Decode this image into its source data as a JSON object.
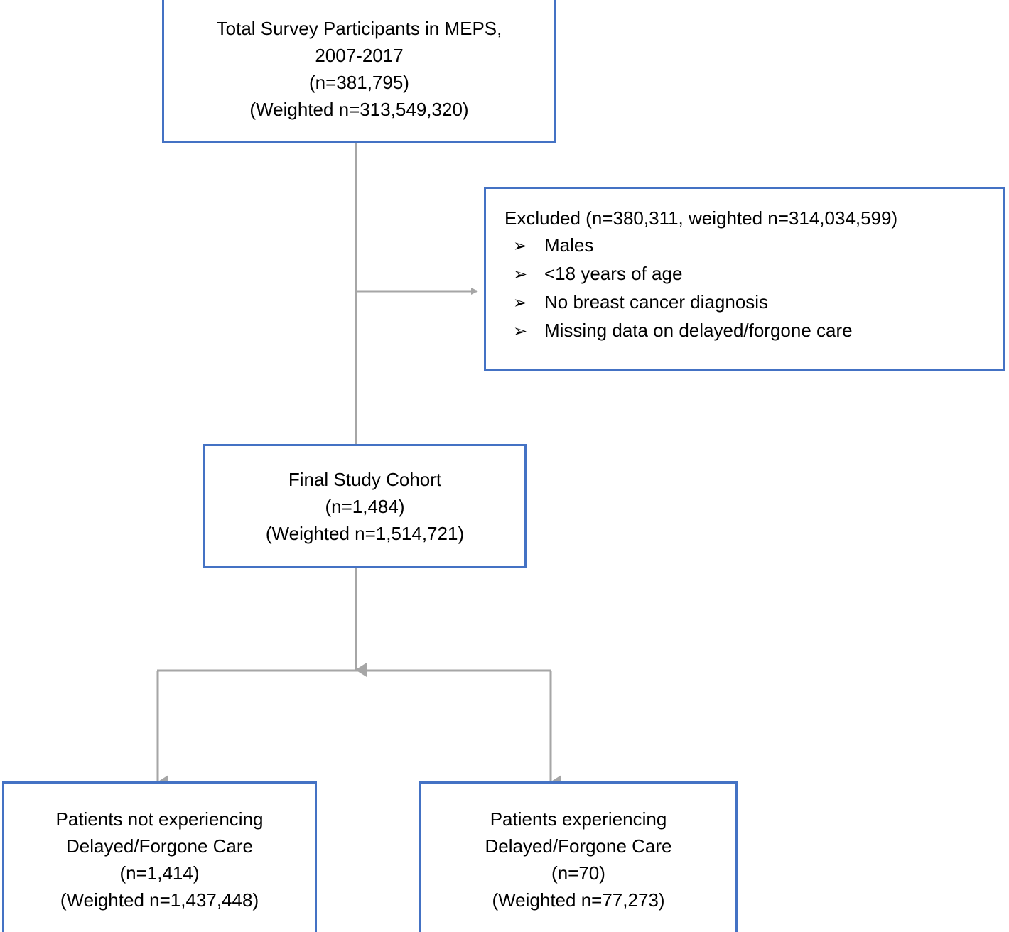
{
  "figure": {
    "type": "flowchart",
    "kind": "study-participant-flow-diagram",
    "palette": {
      "box_border": "#4472C4",
      "box_fill": "#FFFFFF",
      "connector": "#A6A6A6",
      "text": "#000000"
    }
  },
  "nodes": {
    "total_participants": {
      "text": "Total Survey Participants in MEPS,\n2007-2017\n(n=381,795)\n(Weighted n=313,549,320)",
      "lines": [
        "Total Survey Participants in MEPS,",
        "2007-2017",
        "(n=381,795)",
        "(Weighted n=313,549,320)"
      ],
      "n": "381,795",
      "weighted_n": "313,549,320",
      "years": "2007-2017"
    },
    "excluded": {
      "title": "Excluded (n=380,311, weighted n=314,034,599)",
      "n": "380,311",
      "weighted_n": "314,034,599",
      "bullet_glyph": "➢",
      "criteria": [
        "Males",
        "<18 years of age",
        "No breast cancer diagnosis",
        "Missing data on delayed/forgone care"
      ]
    },
    "final_cohort": {
      "text": "Final Study Cohort\n(n=1,484)\n(Weighted n=1,514,721)",
      "lines": [
        "Final Study Cohort",
        "(n=1,484)",
        "(Weighted n=1,514,721)"
      ],
      "n": "1,484",
      "weighted_n": "1,514,721"
    },
    "not_delayed": {
      "text": "Patients not experiencing\nDelayed/Forgone Care\n(n=1,414)\n(Weighted n=1,437,448)",
      "lines": [
        "Patients not experiencing",
        "Delayed/Forgone Care",
        "(n=1,414)",
        "(Weighted n=1,437,448)"
      ],
      "n": "1,414",
      "weighted_n": "1,437,448"
    },
    "delayed": {
      "text": "Patients experiencing\nDelayed/Forgone Care\n(n=70)\n(Weighted n=77,273)",
      "lines": [
        "Patients experiencing",
        "Delayed/Forgone Care",
        "(n=70)",
        "(Weighted n=77,273)"
      ],
      "n": "70",
      "weighted_n": "77,273"
    }
  },
  "edges": [
    {
      "name": "total-to-excluded",
      "from": "total_participants",
      "to": "excluded",
      "style": "elbow-right-arrow"
    },
    {
      "name": "total-to-cohort",
      "from": "total_participants",
      "to": "final_cohort",
      "style": "straight-down"
    },
    {
      "name": "cohort-to-split",
      "from": "final_cohort",
      "to": "split-node",
      "style": "down-arrow"
    },
    {
      "name": "split-to-not-delayed",
      "from": "split-node",
      "to": "not_delayed",
      "style": "elbow-down-arrow"
    },
    {
      "name": "split-to-delayed",
      "from": "split-node",
      "to": "delayed",
      "style": "elbow-down-arrow"
    }
  ]
}
